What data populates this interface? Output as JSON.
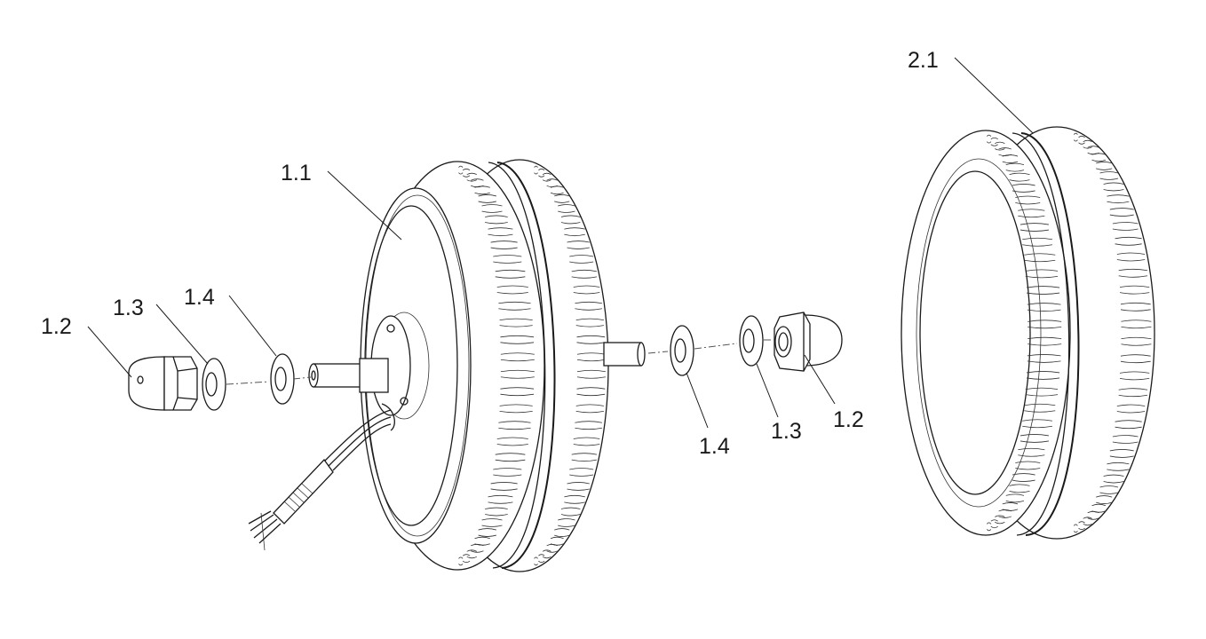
{
  "diagram": {
    "type": "exploded-assembly",
    "callouts": [
      {
        "id": "1.1",
        "label": "1.1"
      },
      {
        "id": "1.2-left",
        "label": "1.2"
      },
      {
        "id": "1.3-left",
        "label": "1.3"
      },
      {
        "id": "1.4-left",
        "label": "1.4"
      },
      {
        "id": "1.4-right",
        "label": "1.4"
      },
      {
        "id": "1.3-right",
        "label": "1.3"
      },
      {
        "id": "1.2-right",
        "label": "1.2"
      },
      {
        "id": "2.1",
        "label": "2.1"
      }
    ]
  }
}
